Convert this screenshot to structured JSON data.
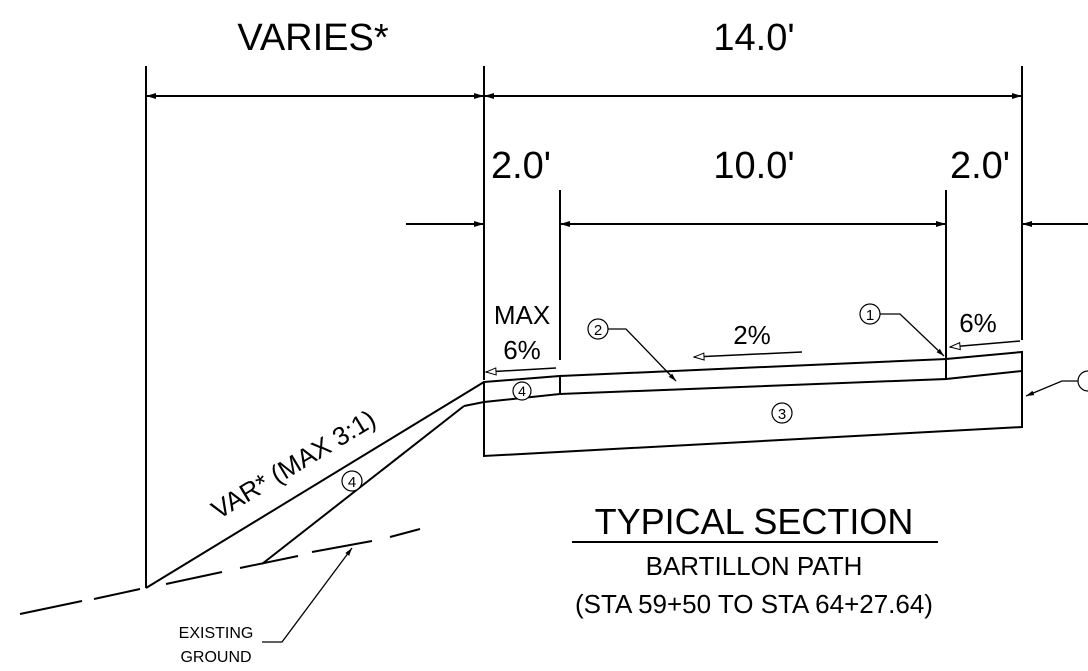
{
  "dimensions": {
    "varies": "VARIES*",
    "total_width": "14.0'",
    "left_shoulder": "2.0'",
    "path_width": "10.0'",
    "right_shoulder": "2.0'"
  },
  "slopes": {
    "left_max_label": "MAX",
    "left_max_value": "6%",
    "path": "2%",
    "right": "6%",
    "side_slope": "VAR* (MAX 3:1)"
  },
  "callouts": {
    "c1": "1",
    "c2": "2",
    "c3": "3",
    "c4a": "4",
    "c4b": "4"
  },
  "ground_note_line1": "EXISTING",
  "ground_note_line2": "GROUND",
  "title": {
    "main": "TYPICAL SECTION",
    "sub": "BARTILLON PATH",
    "range": "(STA 59+50 TO STA 64+27.64)"
  },
  "colors": {
    "ink": "#000000",
    "background": "#ffffff"
  }
}
